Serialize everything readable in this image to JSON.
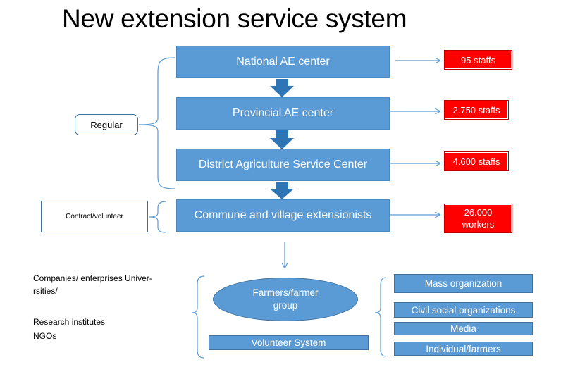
{
  "title": "New extension service system",
  "levels": [
    {
      "label": "National AE center",
      "staff": "95 staffs"
    },
    {
      "label": "Provincial AE center",
      "staff": "2.750 staffs"
    },
    {
      "label": "District Agriculture Service Center",
      "staff": "4.600 staffs"
    },
    {
      "label": "Commune and village   extensionists",
      "staff_line1": "26.000",
      "staff_line2": "workers"
    }
  ],
  "regular_label": "Regular",
  "contract_label": "Contract/volunteer",
  "left_partners": {
    "line1": "Companies/ enterprises Univer-",
    "line2": "rsities/",
    "line3": "Research institutes",
    "line4": "NGOs"
  },
  "farmers": {
    "line1": "Farmers/farmer",
    "line2": "group"
  },
  "volunteer_system": "Volunteer System",
  "right_partners": [
    "Mass organization",
    "Civil social organizations",
    "Media",
    "Individual/farmers"
  ],
  "colors": {
    "box_blue": "#5b9bd5",
    "staff_red": "#ff0000",
    "outline": "#41719c"
  }
}
